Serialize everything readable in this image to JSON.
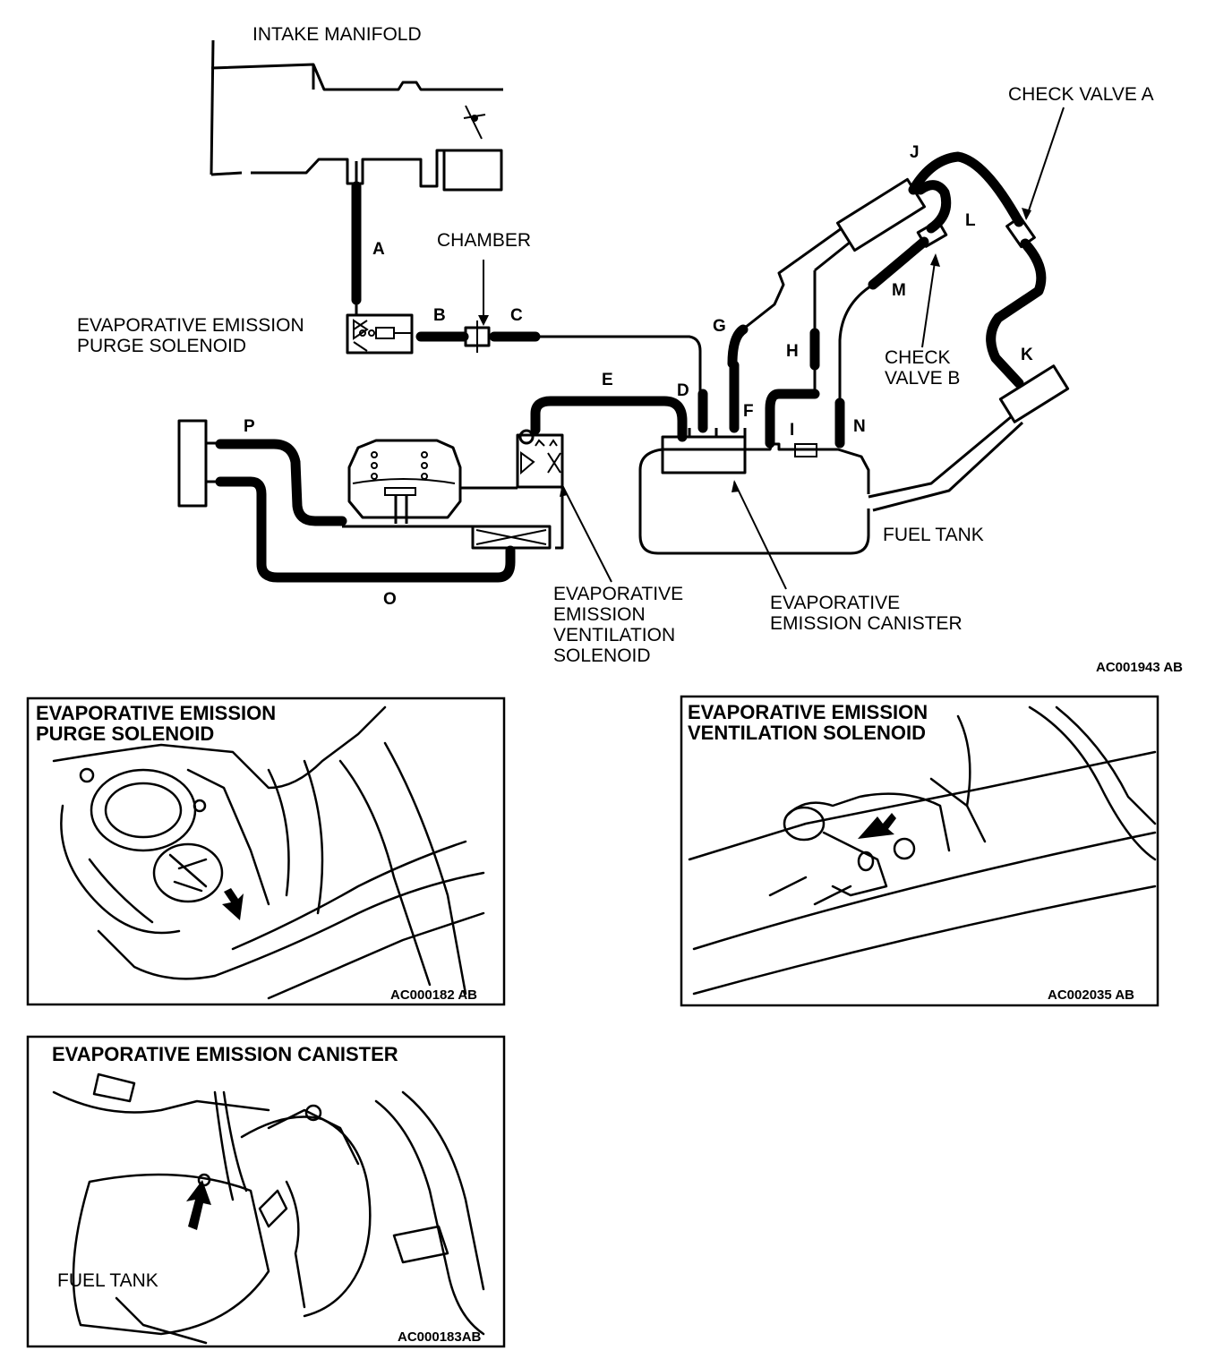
{
  "diagram": {
    "labels": {
      "intake_manifold": "INTAKE MANIFOLD",
      "chamber": "CHAMBER",
      "check_valve_a": "CHECK VALVE A",
      "purge_solenoid_line1": "EVAPORATIVE EMISSION",
      "purge_solenoid_line2": "PURGE SOLENOID",
      "check_valve_b_line1": "CHECK",
      "check_valve_b_line2": "VALVE B",
      "fuel_tank": "FUEL TANK",
      "vent_solenoid_line1": "EVAPORATIVE",
      "vent_solenoid_line2": "EMISSION",
      "vent_solenoid_line3": "VENTILATION",
      "vent_solenoid_line4": "SOLENOID",
      "canister_line1": "EVAPORATIVE",
      "canister_line2": "EMISSION CANISTER"
    },
    "hose_letters": [
      "A",
      "B",
      "C",
      "D",
      "E",
      "F",
      "G",
      "H",
      "I",
      "J",
      "K",
      "L",
      "M",
      "N",
      "O",
      "P"
    ],
    "figure_code": "AC001943 AB"
  },
  "photos": [
    {
      "title_line1": "EVAPORATIVE EMISSION",
      "title_line2": "PURGE SOLENOID",
      "code": "AC000182 AB"
    },
    {
      "title_line1": "EVAPORATIVE EMISSION",
      "title_line2": "VENTILATION SOLENOID",
      "code": "AC002035 AB"
    },
    {
      "title_line1": "EVAPORATIVE EMISSION CANISTER",
      "title_line2": "",
      "code": "AC000183AB",
      "label": "FUEL TANK"
    }
  ]
}
